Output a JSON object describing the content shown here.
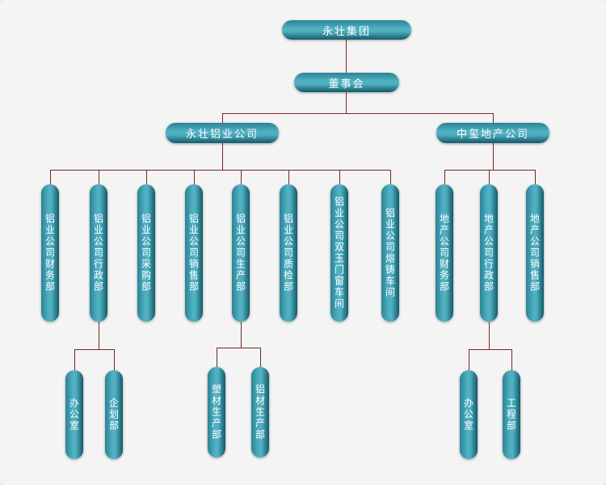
{
  "org": {
    "root": "永壮集团",
    "board": "董事会",
    "aluminum_company": "永壮铝业公司",
    "realestate_company": "中玺地产公司",
    "aluminum_depts": [
      "铝业公司财务部",
      "铝业公司行政部",
      "铝业公司采购部",
      "铝业公司销售部",
      "铝业公司生产部",
      "铝业公司质检部",
      "铝业公司双玉门窗车间",
      "铝业公司熔铸车间"
    ],
    "realestate_depts": [
      "地产公司财务部",
      "地产公司行政部",
      "地产公司销售部"
    ],
    "aluminum_admin_children": [
      "办公室",
      "企划部"
    ],
    "aluminum_production_children": [
      "塑材生产部",
      "铝材生产部"
    ],
    "realestate_admin_children": [
      "办公室",
      "工程部"
    ]
  },
  "colors": {
    "background": "#f4f4f4",
    "pill_mid": "#4fb0c2",
    "pill_edge_top": "#2b8396",
    "pill_edge_bottom": "#135a6a",
    "connector_line": "#7a2525",
    "node_text": "#ffffff"
  }
}
